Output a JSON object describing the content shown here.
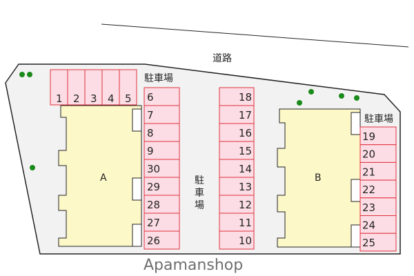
{
  "road_label": "道路",
  "parking_label": "駐車場",
  "parking_label_vertical": [
    "駐",
    "車",
    "場"
  ],
  "buildings": {
    "a": "A",
    "b": "B"
  },
  "top_row": [
    "1",
    "2",
    "3",
    "4",
    "5"
  ],
  "left_column": [
    "6",
    "7",
    "8",
    "9",
    "30",
    "29",
    "28",
    "27",
    "26"
  ],
  "middle_column": [
    "18",
    "17",
    "16",
    "15",
    "14",
    "13",
    "12",
    "11",
    "10"
  ],
  "right_column": [
    "19",
    "20",
    "21",
    "22",
    "23",
    "24",
    "25"
  ],
  "watermark": "Apamanshop"
}
